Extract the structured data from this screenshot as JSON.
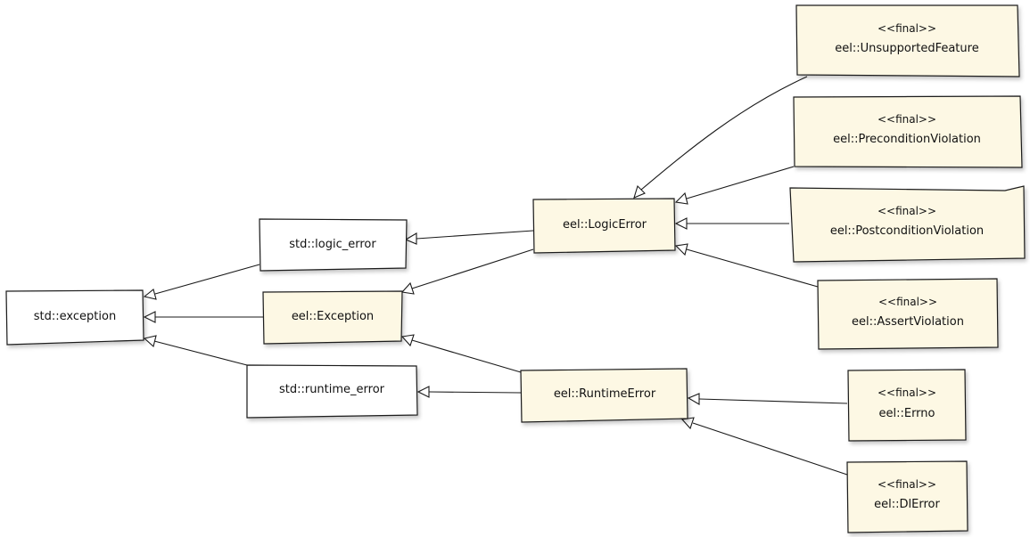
{
  "classes": {
    "std_exception": {
      "name": "std::exception"
    },
    "std_logic_error": {
      "name": "std::logic_error"
    },
    "eel_exception": {
      "name": "eel::Exception"
    },
    "std_runtime_error": {
      "name": "std::runtime_error"
    },
    "eel_logic_error": {
      "name": "eel::LogicError"
    },
    "eel_runtime_error": {
      "name": "eel::RuntimeError"
    },
    "unsupported_feature": {
      "stereotype": "<<final>>",
      "name": "eel::UnsupportedFeature"
    },
    "precondition_violation": {
      "stereotype": "<<final>>",
      "name": "eel::PreconditionViolation"
    },
    "postcondition_violation": {
      "stereotype": "<<final>>",
      "name": "eel::PostconditionViolation"
    },
    "assert_violation": {
      "stereotype": "<<final>>",
      "name": "eel::AssertViolation"
    },
    "errno": {
      "stereotype": "<<final>>",
      "name": "eel::Errno"
    },
    "dl_error": {
      "stereotype": "<<final>>",
      "name": "eel::DlError"
    }
  },
  "colors": {
    "std_fill": "#ffffff",
    "eel_fill": "#fdf8e4",
    "line": "#1a1a1a"
  }
}
